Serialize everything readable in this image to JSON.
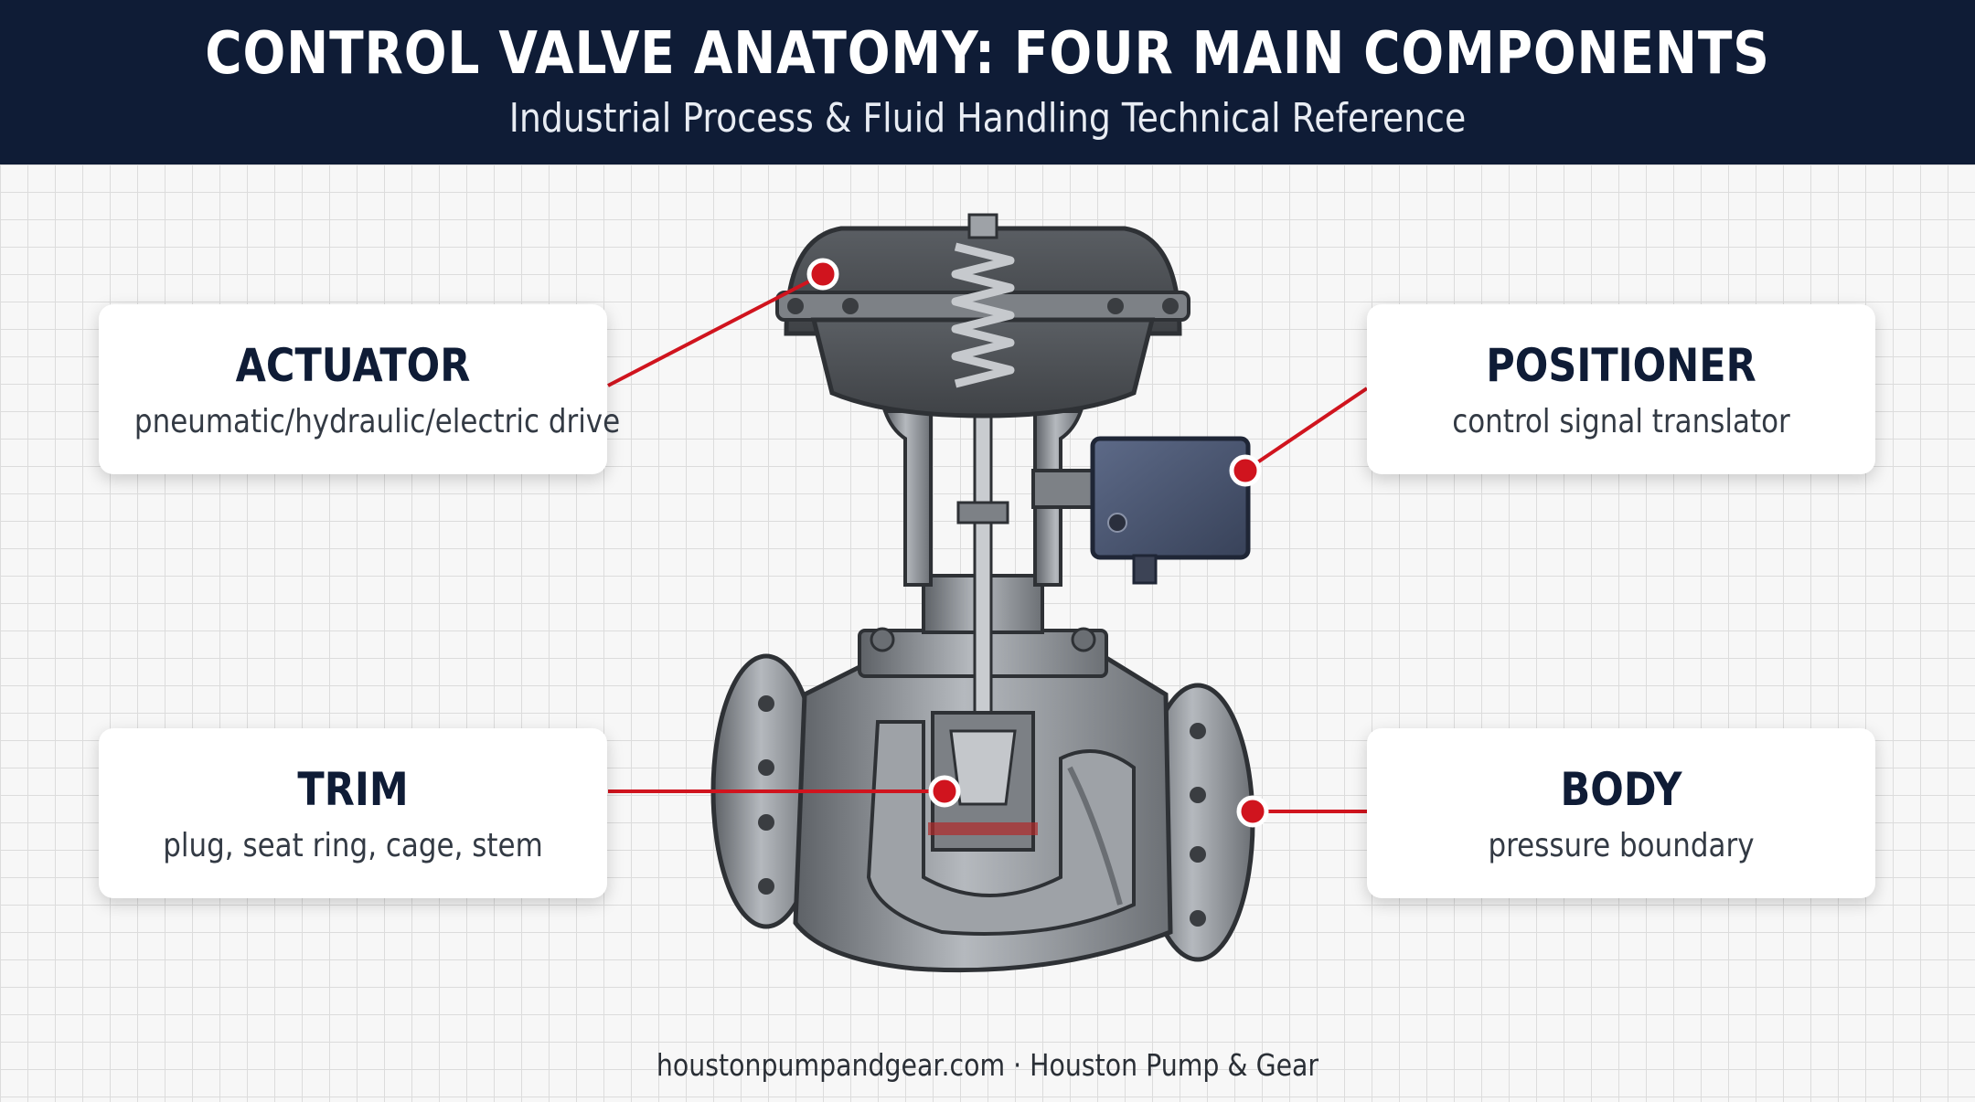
{
  "header": {
    "title": "CONTROL VALVE ANATOMY: FOUR MAIN COMPONENTS",
    "subtitle": "Industrial Process & Fluid Handling Technical Reference"
  },
  "components": {
    "actuator": {
      "title": "ACTUATOR",
      "desc": "pneumatic/hydraulic/electric drive"
    },
    "positioner": {
      "title": "POSITIONER",
      "desc": "control signal translator"
    },
    "trim": {
      "title": "TRIM",
      "desc": "plug, seat ring, cage, stem"
    },
    "body": {
      "title": "BODY",
      "desc": "pressure boundary"
    }
  },
  "footer": {
    "text": "houstonpumpandgear.com · Houston Pump & Gear"
  },
  "colors": {
    "header_bg": "#0f1c36",
    "callout_red": "#d0141e",
    "metal": "#8e9298",
    "positioner_blue": "#4a5570"
  }
}
